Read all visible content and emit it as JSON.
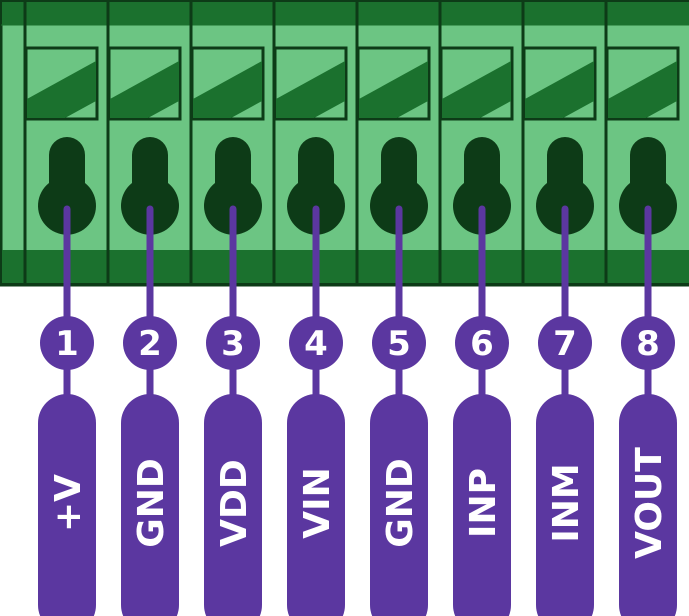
{
  "title": "Terminal block pinout",
  "colors": {
    "outline": "#0d3b17",
    "band": "#1b712e",
    "body": "#6cc583",
    "pin": "#5b37a0"
  },
  "pins": [
    {
      "number": "1",
      "label": "+V"
    },
    {
      "number": "2",
      "label": "GND"
    },
    {
      "number": "3",
      "label": "VDD"
    },
    {
      "number": "4",
      "label": "VIN"
    },
    {
      "number": "5",
      "label": "GND"
    },
    {
      "number": "6",
      "label": "INP"
    },
    {
      "number": "7",
      "label": "INM"
    },
    {
      "number": "8",
      "label": "VOUT"
    }
  ]
}
